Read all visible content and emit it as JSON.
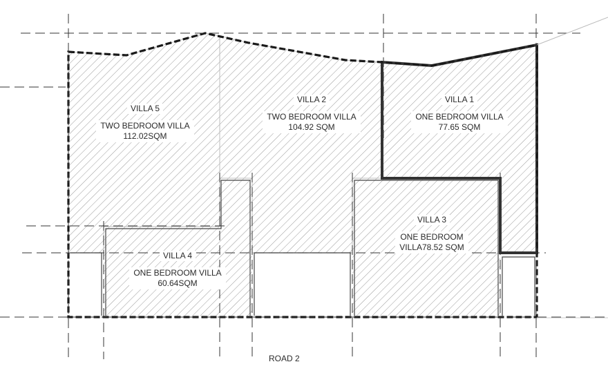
{
  "plan": {
    "road_label": "ROAD 2",
    "villas": [
      {
        "id": "villa-5",
        "name": "VILLA 5",
        "type": "TWO BEDROOM VILLA",
        "area": "112.02SQM"
      },
      {
        "id": "villa-2",
        "name": "VILLA 2",
        "type": "TWO BEDROOM VILLA",
        "area": "104.92 SQM"
      },
      {
        "id": "villa-1",
        "name": "VILLA 1",
        "type": "ONE BEDROOM VILLA",
        "area": "77.65 SQM"
      },
      {
        "id": "villa-3",
        "name": "VILLA 3",
        "type": "ONE BEDROOM",
        "area": "VILLA78.52 SQM"
      },
      {
        "id": "villa-4",
        "name": "VILLA 4",
        "type": "ONE BEDROOM VILLA",
        "area": "60.64SQM"
      }
    ]
  },
  "colors": {
    "hatch": "#9a9a9a",
    "boundary": "#1a1a1a",
    "guide": "#333333",
    "villa1_outline": "#333333"
  }
}
